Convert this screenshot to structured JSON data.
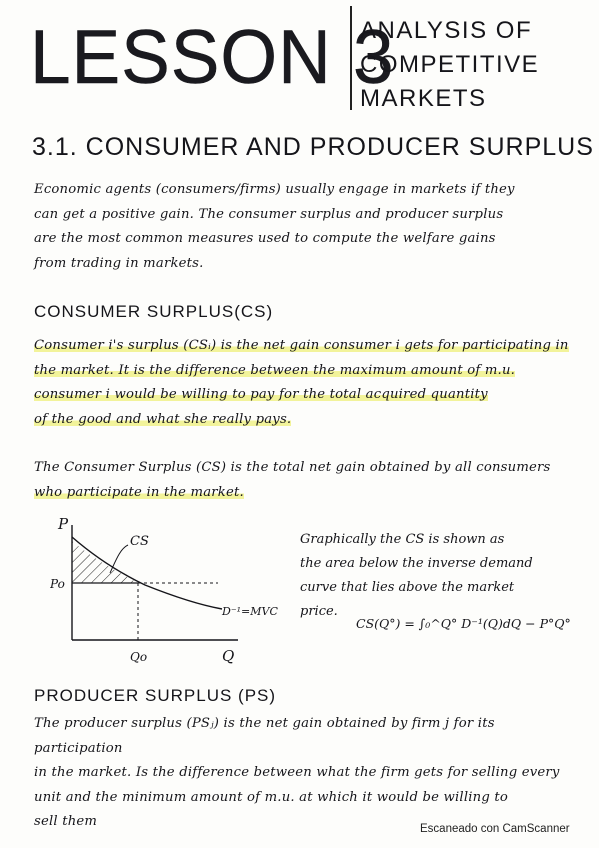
{
  "lesson": {
    "title": "LESSON 3",
    "subtitle_lines": [
      "ANALYSIS OF",
      "COMPETITIVE",
      "MARKETS"
    ]
  },
  "section": {
    "heading": "3.1. CONSUMER AND PRODUCER SURPLUS",
    "intro_lines": [
      "Economic agents (consumers/firms) usually engage in markets if they",
      "can get a positive gain. The consumer surplus and producer surplus",
      "are the most common measures used to compute the welfare gains",
      "from trading in markets."
    ]
  },
  "consumer_surplus": {
    "heading": "CONSUMER SURPLUS(CS)",
    "definition_lines": [
      "Consumer i's surplus (CSᵢ) is the net gain consumer i gets for participating in",
      "the market. It is the difference between the maximum amount of m.u.",
      "consumer i would be willing to pay for the total acquired quantity",
      "of the good and what she really pays."
    ],
    "total_lines": [
      "The Consumer Surplus (CS) is the total net gain obtained by all consumers",
      "who participate in the market."
    ],
    "graph_labels": {
      "y_axis": "P",
      "x_axis": "Q",
      "price": "Po",
      "quantity": "Qo",
      "area": "CS",
      "curve": "D⁻¹=MVC"
    },
    "graph_text_lines": [
      "Graphically the CS is shown as",
      "the area below the inverse demand",
      "curve that lies above the market",
      "price."
    ],
    "formula": "CS(Q°) = ∫₀^Q° D⁻¹(Q)dQ − P°Q°"
  },
  "producer_surplus": {
    "heading": "PRODUCER SURPLUS (PS)",
    "definition_lines": [
      "The producer surplus (PSⱼ) is the net gain obtained by firm j for its participation",
      "in the market. Is the difference between what the firm gets for selling every",
      "unit and the minimum amount of m.u. at which it would be willing to",
      "sell them"
    ]
  },
  "footer": "Escaneado con CamScanner"
}
